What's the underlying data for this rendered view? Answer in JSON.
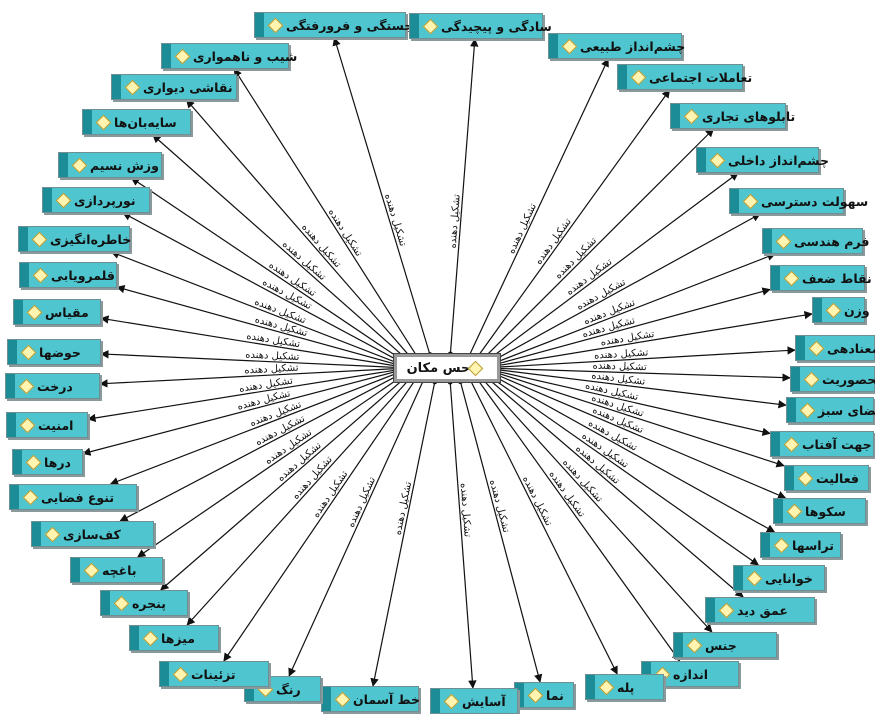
{
  "center": {
    "label": "حس مکان"
  },
  "edge_label": "تشکیل دهنده",
  "colors": {
    "node_fill": "#4fc6cf",
    "node_strip": "#1c8d96",
    "diamond": "#fff4b0",
    "line": "#111111"
  },
  "nodes": [
    {
      "label": "برجستگی و فرورفتگی"
    },
    {
      "label": "سادگی و پیچیدگی"
    },
    {
      "label": "چشم‌انداز طبیعی"
    },
    {
      "label": "تعاملات اجتماعی"
    },
    {
      "label": "تابلوهای تجاری"
    },
    {
      "label": "چشم‌انداز داخلی"
    },
    {
      "label": "سهولت دسترسی"
    },
    {
      "label": "فرم هندسی"
    },
    {
      "label": "نقاط ضعف"
    },
    {
      "label": "وزن"
    },
    {
      "label": "معنادهی"
    },
    {
      "label": "محصوریت"
    },
    {
      "label": "فضای سبز"
    },
    {
      "label": "جهت آفتاب"
    },
    {
      "label": "فعالیت"
    },
    {
      "label": "سکوها"
    },
    {
      "label": "تراسها"
    },
    {
      "label": "خوانایی"
    },
    {
      "label": "عمق دید"
    },
    {
      "label": "جنس"
    },
    {
      "label": "اندازه"
    },
    {
      "label": "پله"
    },
    {
      "label": "نما"
    },
    {
      "label": "آسایش"
    },
    {
      "label": "خط آسمان"
    },
    {
      "label": "رنگ"
    },
    {
      "label": "تزئینات"
    },
    {
      "label": "میزها"
    },
    {
      "label": "پنجره"
    },
    {
      "label": "باغچه"
    },
    {
      "label": "کف‌سازی"
    },
    {
      "label": "تنوع فضایی"
    },
    {
      "label": "درها"
    },
    {
      "label": "امنیت"
    },
    {
      "label": "درخت"
    },
    {
      "label": "حوضها"
    },
    {
      "label": "مقیاس"
    },
    {
      "label": "قلمرویابی"
    },
    {
      "label": "خاطره‌انگیزی"
    },
    {
      "label": "نورپردازی"
    },
    {
      "label": "وزش نسیم"
    },
    {
      "label": "سایه‌بان‌ها"
    },
    {
      "label": "نقاشی دیواری"
    },
    {
      "label": "شیب و ناهمواری"
    }
  ]
}
